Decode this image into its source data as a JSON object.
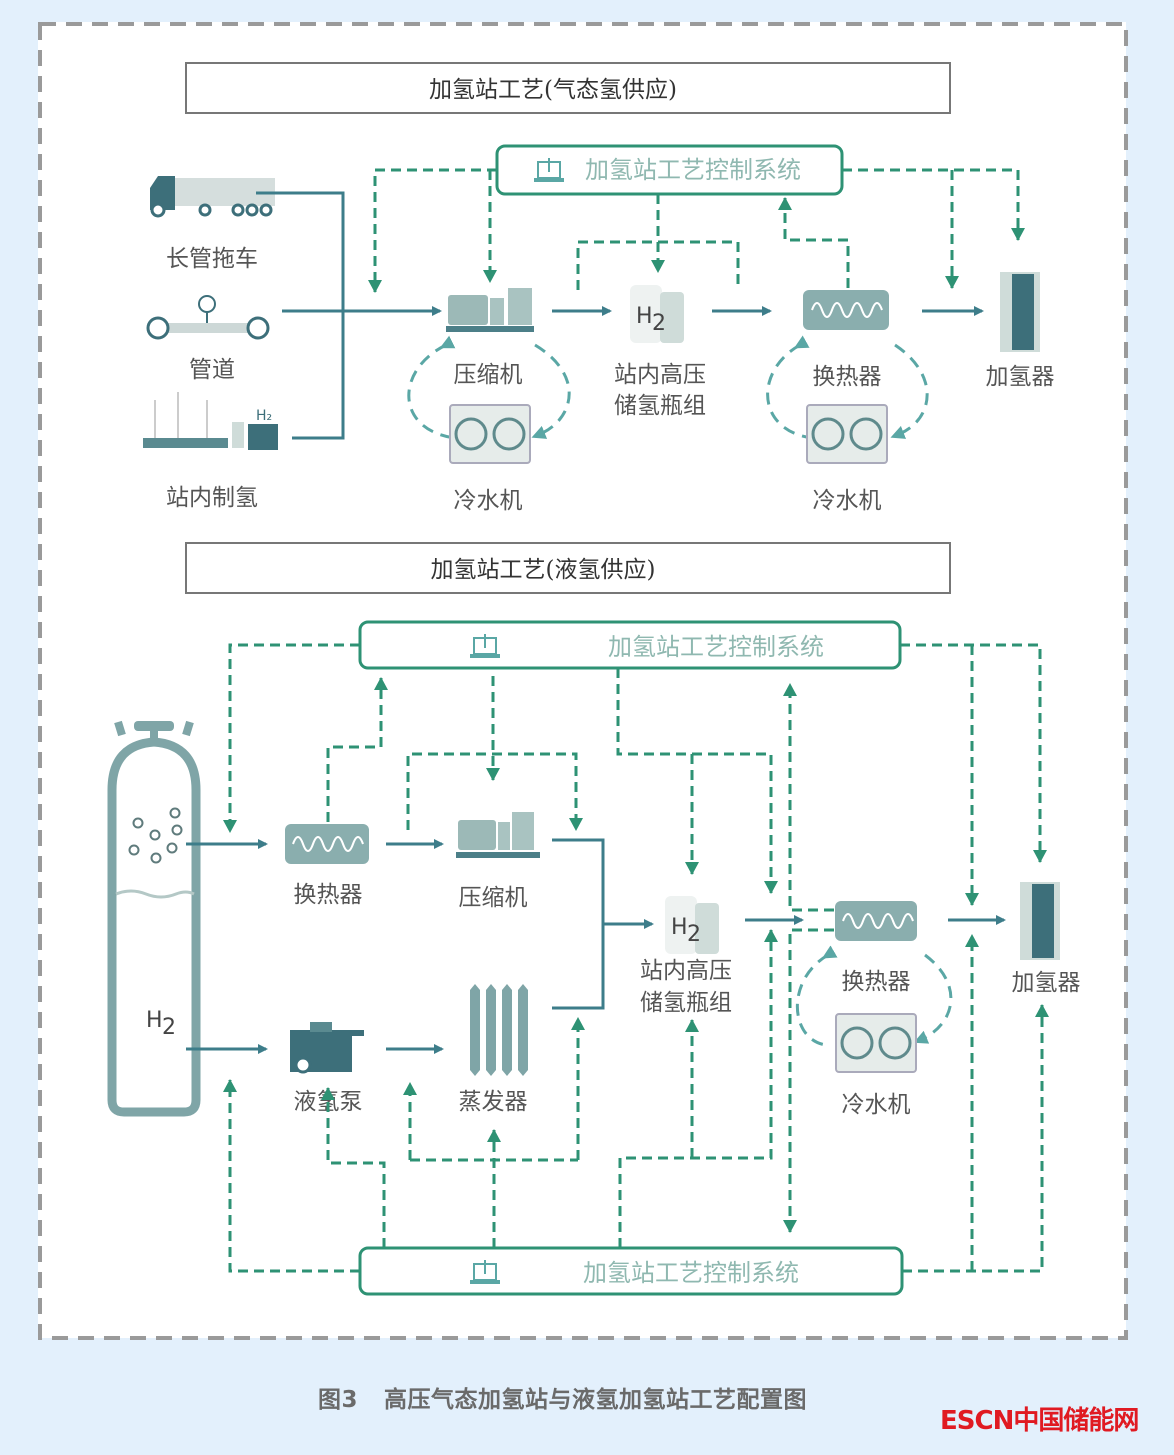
{
  "gas_section": {
    "title": "加氢站工艺(气态氢供应)",
    "control_system": "加氢站工艺控制系统",
    "sources": [
      {
        "label": "长管拖车",
        "icon": "tube-trailer-truck-icon"
      },
      {
        "label": "管道",
        "icon": "pipeline-icon"
      },
      {
        "label": "站内制氢",
        "icon": "onsite-hydrogen-production-icon"
      }
    ],
    "compressor": "压缩机",
    "chiller_1": "冷水机",
    "storage_line1": "站内高压",
    "storage_line2": "储氢瓶组",
    "heat_exchanger": "换热器",
    "chiller_2": "冷水机",
    "dispenser": "加氢器",
    "h2_symbol": "H",
    "h2_sub": "2"
  },
  "liquid_section": {
    "title": "加氢站工艺(液氢供应)",
    "control_system_top": "加氢站工艺控制系统",
    "control_system_bottom": "加氢站工艺控制系统",
    "tank_label": "H",
    "tank_sub": "2",
    "heat_exchanger_1": "换热器",
    "compressor": "压缩机",
    "pump": "液氢泵",
    "evaporator": "蒸发器",
    "storage_line1": "站内高压",
    "storage_line2": "储氢瓶组",
    "heat_exchanger_2": "换热器",
    "chiller": "冷水机",
    "dispenser": "加氢器",
    "h2_symbol": "H",
    "h2_sub": "2"
  },
  "caption": {
    "number": "图3",
    "text": "高压气态加氢站与液氢加氢站工艺配置图"
  },
  "watermark": "ESCN中国储能网",
  "colors": {
    "flow_line": "#3d7d8a",
    "control_line": "#2e9274",
    "caption": "#6a6a6a",
    "logo": "#e01a22",
    "background": "#e3f0fc"
  }
}
